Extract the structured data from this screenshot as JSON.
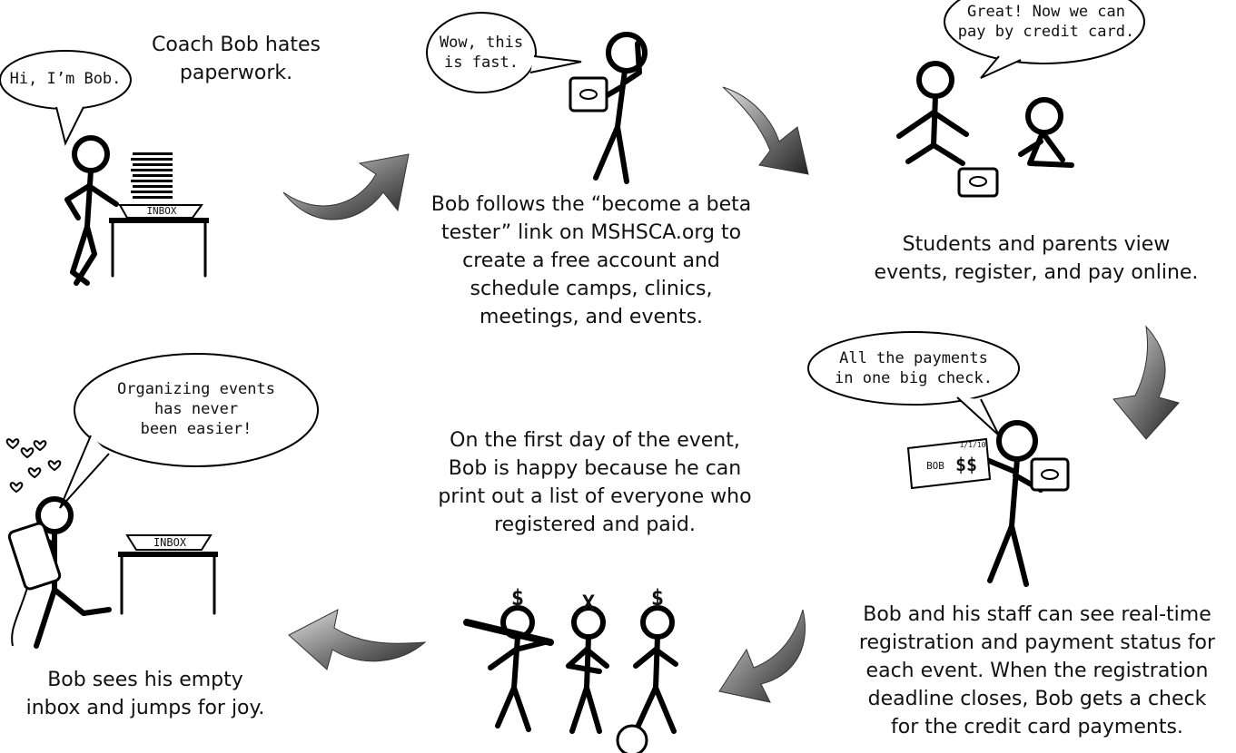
{
  "panels": {
    "p1": {
      "caption": [
        "Coach Bob hates",
        "paperwork."
      ],
      "bubble": [
        "Hi, I’m Bob."
      ],
      "inbox_label": "INBOX"
    },
    "p2": {
      "caption": [
        "Bob follows the “become a beta",
        "tester” link on MSHSCA.org to",
        "create a free account and",
        "schedule camps, clinics,",
        "meetings, and events."
      ],
      "bubble": [
        "Wow, this",
        "is fast."
      ]
    },
    "p3": {
      "caption": [
        "Students and parents view",
        "events, register, and pay online."
      ],
      "bubble": [
        "Great! Now we can",
        "pay by credit card."
      ]
    },
    "p4": {
      "caption": [
        "Bob and his staff can see real-time",
        "registration and payment status for",
        "each event. When the registration",
        "deadline closes, Bob gets a check",
        "for the credit card payments."
      ],
      "bubble": [
        "All the payments",
        "in one big check."
      ],
      "check_name": "BOB",
      "check_amount": "$$",
      "check_date": "1/1/10"
    },
    "p5": {
      "caption": [
        "On the first day of the event,",
        "Bob is happy because he can",
        "print out a list of everyone who",
        "registered and paid."
      ],
      "marks": [
        "$",
        "X",
        "$"
      ]
    },
    "p6": {
      "caption": [
        "Bob sees his empty",
        "inbox and jumps for joy."
      ],
      "bubble": [
        "Organizing events",
        "has never",
        "been easier!"
      ],
      "inbox_label": "INBOX"
    }
  },
  "colors": {
    "arrow_dark": "#2b2b2b",
    "arrow_light": "#d8d8d8",
    "ink": "#000000"
  }
}
